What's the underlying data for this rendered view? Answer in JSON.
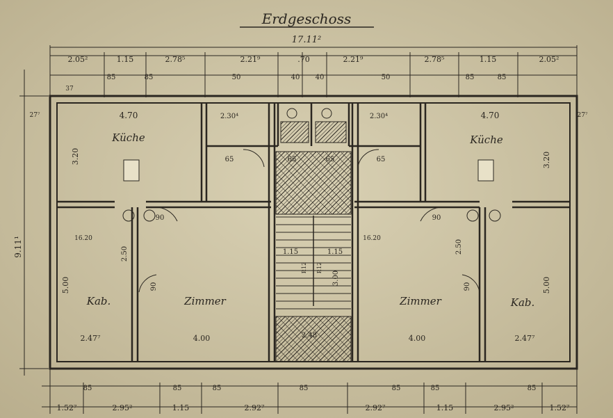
{
  "title": "Erdgeschoss",
  "overall_width": "17.11²",
  "overall_depth": "9.11¹",
  "rooms": {
    "kuche_left": "Küche",
    "kuche_right": "Küche",
    "kab_left": "Kab.",
    "kab_right": "Kab.",
    "zimmer_left": "Zimmer",
    "zimmer_right": "Zimmer",
    "stair_label_1": "P.12",
    "stair_label_2": "P.12"
  },
  "top_dims": [
    "2.05²",
    "1.15",
    "2.78⁵",
    "2.21⁹",
    ".70",
    "2.21⁹",
    "2.78⁵",
    "1.15",
    "2.05²"
  ],
  "top_window_dims": [
    "85",
    "85",
    "50",
    "40",
    "40",
    "50",
    "85",
    "85"
  ],
  "bottom_dims": [
    "1.52⁷",
    "2.95²",
    "1.15",
    "2.92⁷",
    "2.92⁷",
    "1.15",
    "2.95²",
    "1.52⁷"
  ],
  "bottom_window_dims": [
    "85",
    "85",
    "85",
    "85",
    "85",
    "85",
    "85"
  ],
  "room_dims": {
    "kuche_w_left": "4.70",
    "kuche_w_right": "4.70",
    "kuche_d_left": "3.20",
    "kuche_d_right": "3.20",
    "pantry_left": "2.30⁴",
    "pantry_right": "2.30⁴",
    "kab_w_left": "2.47⁷",
    "kab_w_right": "2.47⁷",
    "zimmer_w_left": "4.00",
    "zimmer_w_right": "4.00",
    "zimmer_d_left": "5.00",
    "zimmer_d_right": "5.00",
    "stair_w_1": "1.15",
    "stair_w_2": "1.15",
    "stair_len": "3.00",
    "landing": "2.48",
    "wall_27_a": "27⁷",
    "wall_27_b": "27⁷",
    "wall_37": "37",
    "hall_65_a": "65",
    "hall_65_b": "65",
    "hall_65_c": "65",
    "hall_65_d": "65",
    "d_90_a": "90",
    "d_90_b": "90",
    "d_90_c": "90",
    "d_90_d": "90",
    "d_250_a": "2.50",
    "d_250_b": "2.50",
    "d_1620_a": "16.20",
    "d_1620_b": "16.20"
  }
}
